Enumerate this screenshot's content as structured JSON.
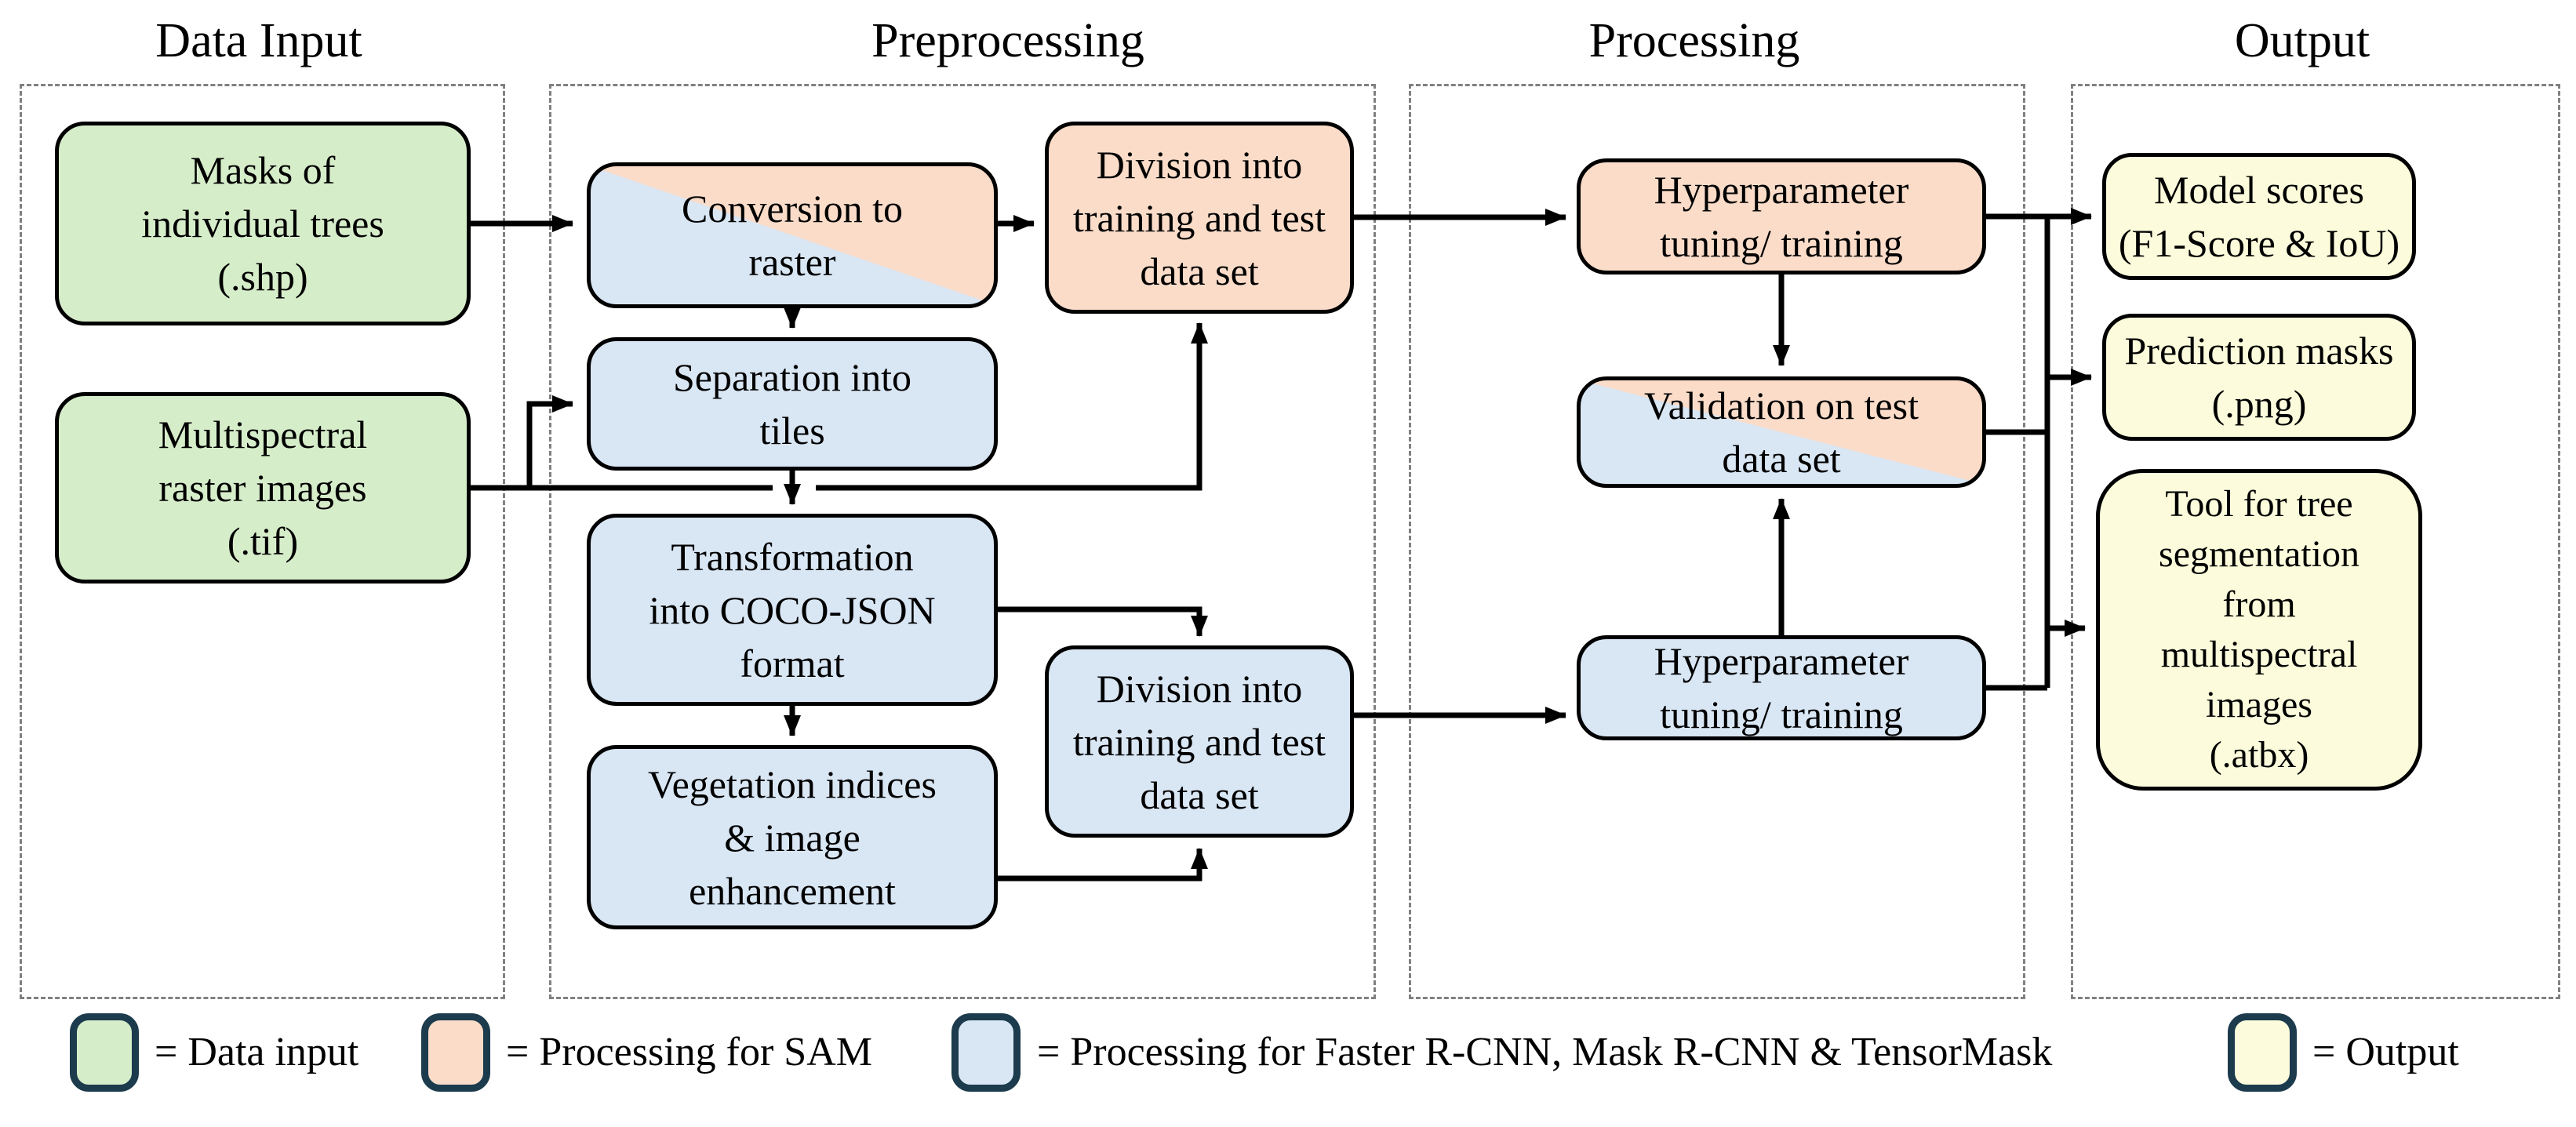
{
  "headers": {
    "data_input": "Data Input",
    "preprocessing": "Preprocessing",
    "processing": "Processing",
    "output": "Output"
  },
  "nodes": {
    "masks": "Masks of\nindividual trees\n(.shp)",
    "multispectral": "Multispectral\nraster images\n(.tif)",
    "conversion": "Conversion to\nraster",
    "separation": "Separation into\ntiles",
    "division_sam": "Division into\ntraining and test\ndata set",
    "transformation": "Transformation\ninto COCO-JSON\nformat",
    "vegetation": "Vegetation indices\n& image\nenhancement",
    "division_rcnn": "Division into\ntraining and test\ndata set",
    "hyperparameter_sam": "Hyperparameter\ntuning/ training",
    "validation": "Validation on test\ndata set",
    "hyperparameter_rcnn": "Hyperparameter\ntuning/ training",
    "model_scores": "Model scores\n(F1-Score & IoU)",
    "prediction_masks": "Prediction masks\n(.png)",
    "tool": "Tool for tree\nsegmentation\nfrom\nmultispectral\nimages\n(.atbx)"
  },
  "legend": {
    "items": [
      {
        "id": "data-input",
        "label": "= Data input",
        "color": "#d6edca"
      },
      {
        "id": "sam",
        "label": "= Processing for SAM",
        "color": "#fadcc9"
      },
      {
        "id": "rcnn",
        "label": "= Processing for Faster R-CNN, Mask R-CNN & TensorMask",
        "color": "#d9e6f4"
      },
      {
        "id": "output",
        "label": "= Output",
        "color": "#fcfcdc"
      }
    ]
  },
  "colors": {
    "green": "#d6edca",
    "pink": "#fadcc9",
    "blue": "#d9e6f4",
    "cream": "#fcfcdc",
    "line": "#000000",
    "dash": "#808080",
    "swatch-border": "#1c3b4d"
  }
}
